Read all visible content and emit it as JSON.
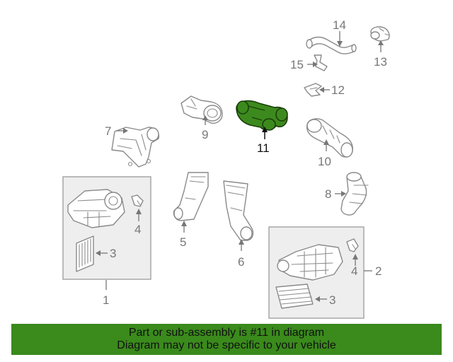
{
  "labels": {
    "p1": "1",
    "p2": "2",
    "p3a": "3",
    "p3b": "3",
    "p4a": "4",
    "p4b": "4",
    "p5": "5",
    "p6": "6",
    "p7": "7",
    "p8": "8",
    "p9": "9",
    "p10": "10",
    "p11": "11",
    "p12": "12",
    "p13": "13",
    "p14": "14",
    "p15": "15"
  },
  "highlighted_part": "11",
  "banner": {
    "line1": "Part or sub-assembly is #11 in diagram",
    "line2": "Diagram may not be specific to your vehicle"
  },
  "colors": {
    "highlight_part": "#3c8a1d",
    "banner_bg": "#3a8a1c",
    "line_art": "#8a8a8a",
    "label_text": "#777777"
  }
}
